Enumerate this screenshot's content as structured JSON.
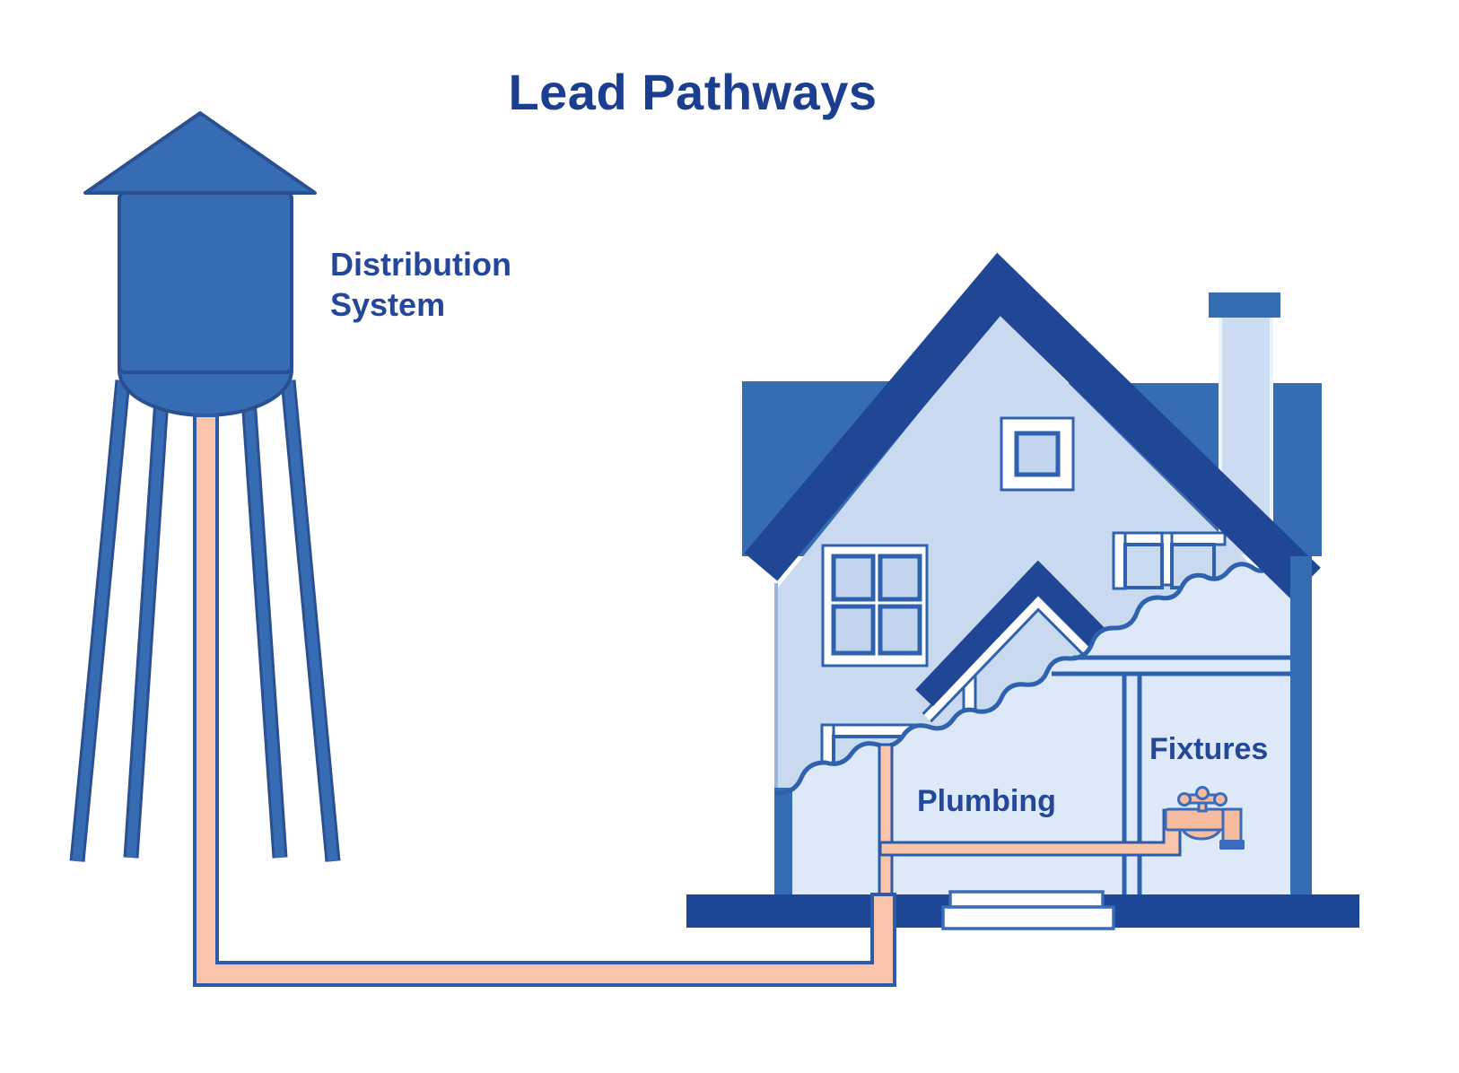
{
  "title": "Lead Pathways",
  "diagram": {
    "water_tower_label_line1": "Distribution",
    "water_tower_label_line2": "System",
    "plumbing_label": "Plumbing",
    "fixtures_label": "Fixtures"
  },
  "icons": {
    "water_tower": "water-tower-icon",
    "house": "house-cutaway-icon",
    "faucet": "faucet-icon",
    "service_line": "lead-pipe-icon"
  },
  "colors": {
    "title_text": "#1c3e90",
    "label_text": "#24479a",
    "dark_blue": "#1f4795",
    "medium_blue": "#366cb4",
    "medium_stroke": "#2b5091",
    "light_facade": "#c9d9f0",
    "interior_fill": "#dde9f8",
    "frame_blue": "#2f62ae",
    "pipe_fill": "#f9c4a9",
    "pipe_stroke": "#2c5ba8",
    "faucet_fill": "#f7bc9f",
    "faucet_stroke": "#3a6bbd",
    "chimney_fill": "#ccdcf2",
    "ground_blue": "#1d4696"
  }
}
